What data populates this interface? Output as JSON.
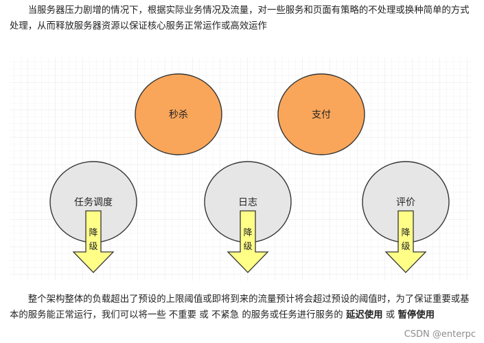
{
  "intro": {
    "text": "当服务器压力剧增的情况下，根据实际业务情况及流量，对一些服务和页面有策略的不处理或换种简单的方式处理，从而释放服务器资源以保证核心服务正常运作或高效运作"
  },
  "diagram": {
    "core_nodes": [
      {
        "label": "秒杀",
        "color": "#f9a65a"
      },
      {
        "label": "支付",
        "color": "#f9a65a"
      }
    ],
    "degraded_nodes": [
      {
        "label": "任务调度",
        "color": "#e6e6e6"
      },
      {
        "label": "日志",
        "color": "#e6e6e6"
      },
      {
        "label": "评价",
        "color": "#e6e6e6"
      }
    ],
    "arrow_label": [
      "降",
      "级"
    ],
    "arrow_color": "#ffff88"
  },
  "outro": {
    "text_before": "整个架构整体的负载超出了预设的上限阈值或即将到来的流量预计将会超过预设的阈值时，为了保证重要或基本的服务能正常运行，我们可以将一些 不重要 或 不紧急 的服务或任务进行服务的",
    "bold1": "延迟使用",
    "connector": "或",
    "bold2": "暂停使用"
  },
  "watermark": "CSDN @enterpc"
}
